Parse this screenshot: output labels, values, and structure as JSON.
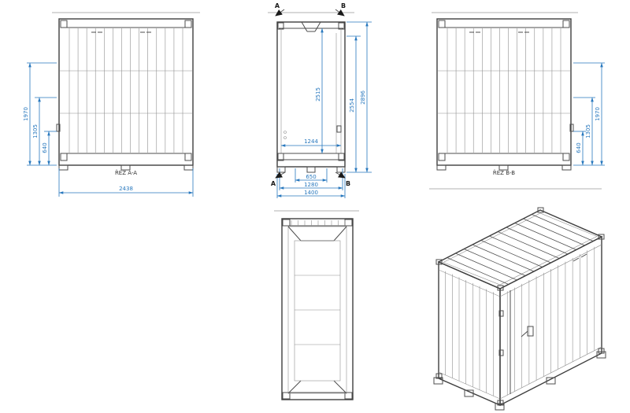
{
  "colors": {
    "line": "#4d4d4d",
    "dimension": "#2878be"
  },
  "views": {
    "front": {
      "section_label": "ŘEZ A-A",
      "dim_width": "2438",
      "dim_height_1970": "1970",
      "dim_height_1305": "1305",
      "dim_height_640": "640"
    },
    "section": {
      "cut_a": "A",
      "cut_b": "B",
      "dim_inner_height": "2515",
      "dim_outer_height": "2554",
      "dim_total_height": "2896",
      "dim_inner_width": "1244",
      "dim_door": "650",
      "dim_frame_width": "1280",
      "dim_total_width": "1400"
    },
    "back": {
      "section_label": "ŘEZ B-B",
      "dim_height_640": "640",
      "dim_height_1305": "1305",
      "dim_height_1970": "1970"
    }
  }
}
